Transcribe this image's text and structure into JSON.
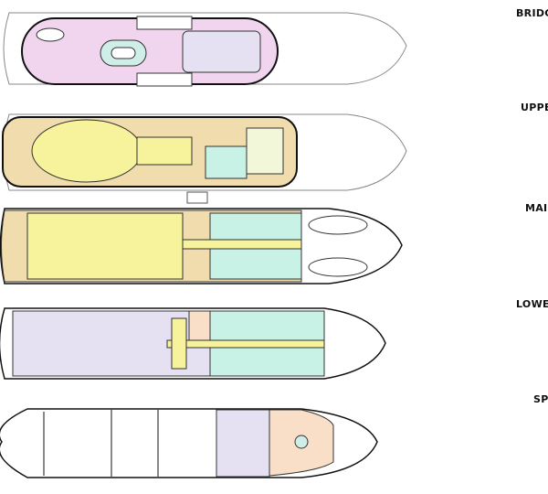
{
  "decks": [
    {
      "id": "bridge",
      "label": "BRIDG",
      "zone_colors": [
        "#f1d4ee",
        "#e6e0f3"
      ]
    },
    {
      "id": "upper",
      "label": "UPPE",
      "zone_colors": [
        "#f1dcae",
        "#f6f39c",
        "#c9f2e6"
      ]
    },
    {
      "id": "main",
      "label": "MAI",
      "zone_colors": [
        "#f6f39c",
        "#c9f2e6",
        "#e6e0f3"
      ]
    },
    {
      "id": "lower",
      "label": "LOWE",
      "zone_colors": [
        "#e6e0f3",
        "#c9f2e6",
        "#f6f39c",
        "#fadfc8"
      ]
    },
    {
      "id": "spa",
      "label": "SP",
      "zone_colors": [
        "#ffffff",
        "#e6e0f3",
        "#fadfc8"
      ]
    }
  ]
}
